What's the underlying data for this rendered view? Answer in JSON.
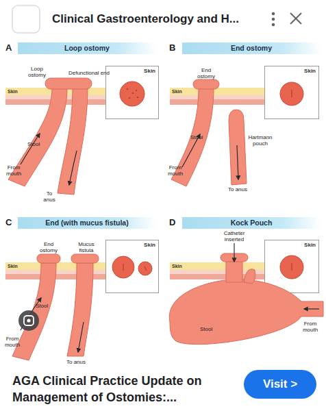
{
  "diagram": {
    "title": "Clinical Gastroenterology and H...",
    "caption": "AGA Clinical Practice Update on Management of Ostomies:...",
    "nodes": [
      {
        "text": [
          "Loop ostomy"
        ]
      },
      {
        "text": [
          "Skin"
        ]
      },
      {
        "text": [
          "Skin"
        ]
      },
      {
        "text": [
          "End ostomy"
        ]
      },
      {
        "text": [
          "Skin"
        ]
      },
      {
        "text": [
          "Skin"
        ]
      },
      {
        "text": [
          "End (with mucus fistula)"
        ]
      },
      {
        "text": [
          "Skin"
        ]
      },
      {
        "text": [
          "Skin"
        ]
      },
      {
        "text": [
          "Kock Pouch"
        ]
      },
      {
        "text": [
          "Skin"
        ]
      },
      {
        "text": [
          "Skin"
        ]
      },
      {
        "text": [
          "Visit >"
        ]
      }
    ],
    "labels": [
      "A",
      "Loop ostomy",
      "Defunctional end",
      "Stool",
      "From mouth",
      "To anus",
      "B",
      "End ostomy",
      "Stool",
      "Hartmann pouch",
      "From mouth",
      "To anus",
      "C",
      "End ostomy",
      "Mucus fistula",
      "Stool",
      "From mouth",
      "To anus",
      "D",
      "Catheter inserted",
      "Stool",
      "From mouth"
    ]
  }
}
